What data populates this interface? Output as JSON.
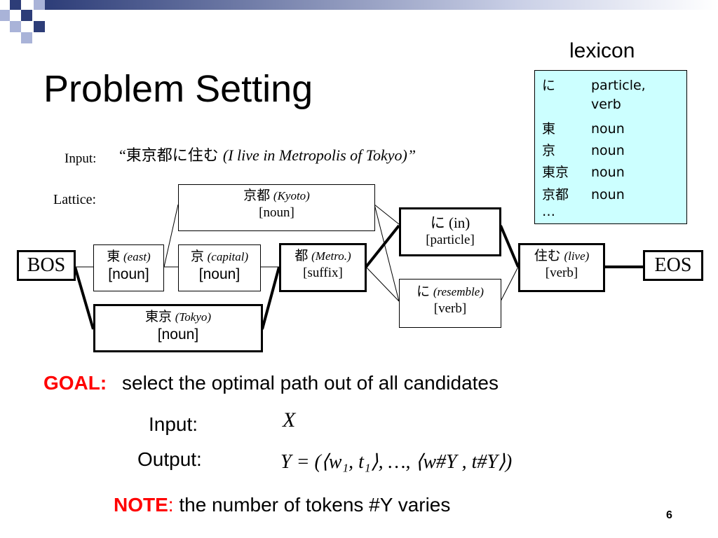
{
  "slide": {
    "title": "Problem Setting",
    "page_number": "6"
  },
  "lexicon": {
    "label": "lexicon",
    "rows": [
      {
        "key": "に",
        "value": "particle,"
      },
      {
        "key": "",
        "value": "verb"
      },
      {
        "key": "東",
        "value": "noun"
      },
      {
        "key": "京",
        "value": "noun"
      },
      {
        "key": "東京",
        "value": "noun"
      },
      {
        "key": "京都",
        "value": "noun"
      },
      {
        "key": "…",
        "value": ""
      }
    ]
  },
  "input_line": {
    "label": "Input:",
    "open_quote": "“",
    "text": "東京都に住む",
    "gloss": "(I live in Metropolis of Tokyo)”"
  },
  "lattice": {
    "label": "Lattice:",
    "nodes": {
      "bos": {
        "text": "BOS"
      },
      "eos": {
        "text": "EOS"
      },
      "higashi": {
        "word": "東",
        "gloss": "(east)",
        "pos": "[noun]"
      },
      "kyo": {
        "word": "京",
        "gloss": "(capital)",
        "pos": "[noun]"
      },
      "kyoto": {
        "word": "京都",
        "gloss": "(Kyoto)",
        "pos": "[noun]"
      },
      "tokyo": {
        "word": "東京",
        "gloss": "(Tokyo)",
        "pos": "[noun]"
      },
      "to": {
        "word": "都",
        "gloss": "(Metro.)",
        "pos": "[suffix]"
      },
      "ni_particle": {
        "word": "に",
        "gloss": "(in)",
        "pos": "[particle]"
      },
      "ni_verb": {
        "word": "に",
        "gloss": "(resemble)",
        "pos": "[verb]"
      },
      "sumu": {
        "word": "住む",
        "gloss": "(live)",
        "pos": "[verb]"
      }
    }
  },
  "goal": {
    "label": "GOAL:",
    "text": "select the optimal path out of all candidates",
    "input_label": "Input:",
    "input_value": "X",
    "output_label": "Output:",
    "output_formula": "Y = (⟨w₁, t₁⟩, …, ⟨w#Y , t#Y⟩)"
  },
  "note": {
    "label": "NOTE",
    "colon": ":",
    "text": "the number of tokens #Y varies"
  },
  "colors": {
    "accent_red": "#ff0000",
    "lexicon_bg": "#ccffff",
    "deco_navy": "#2d3d78",
    "deco_light": "#a9b3d8"
  }
}
